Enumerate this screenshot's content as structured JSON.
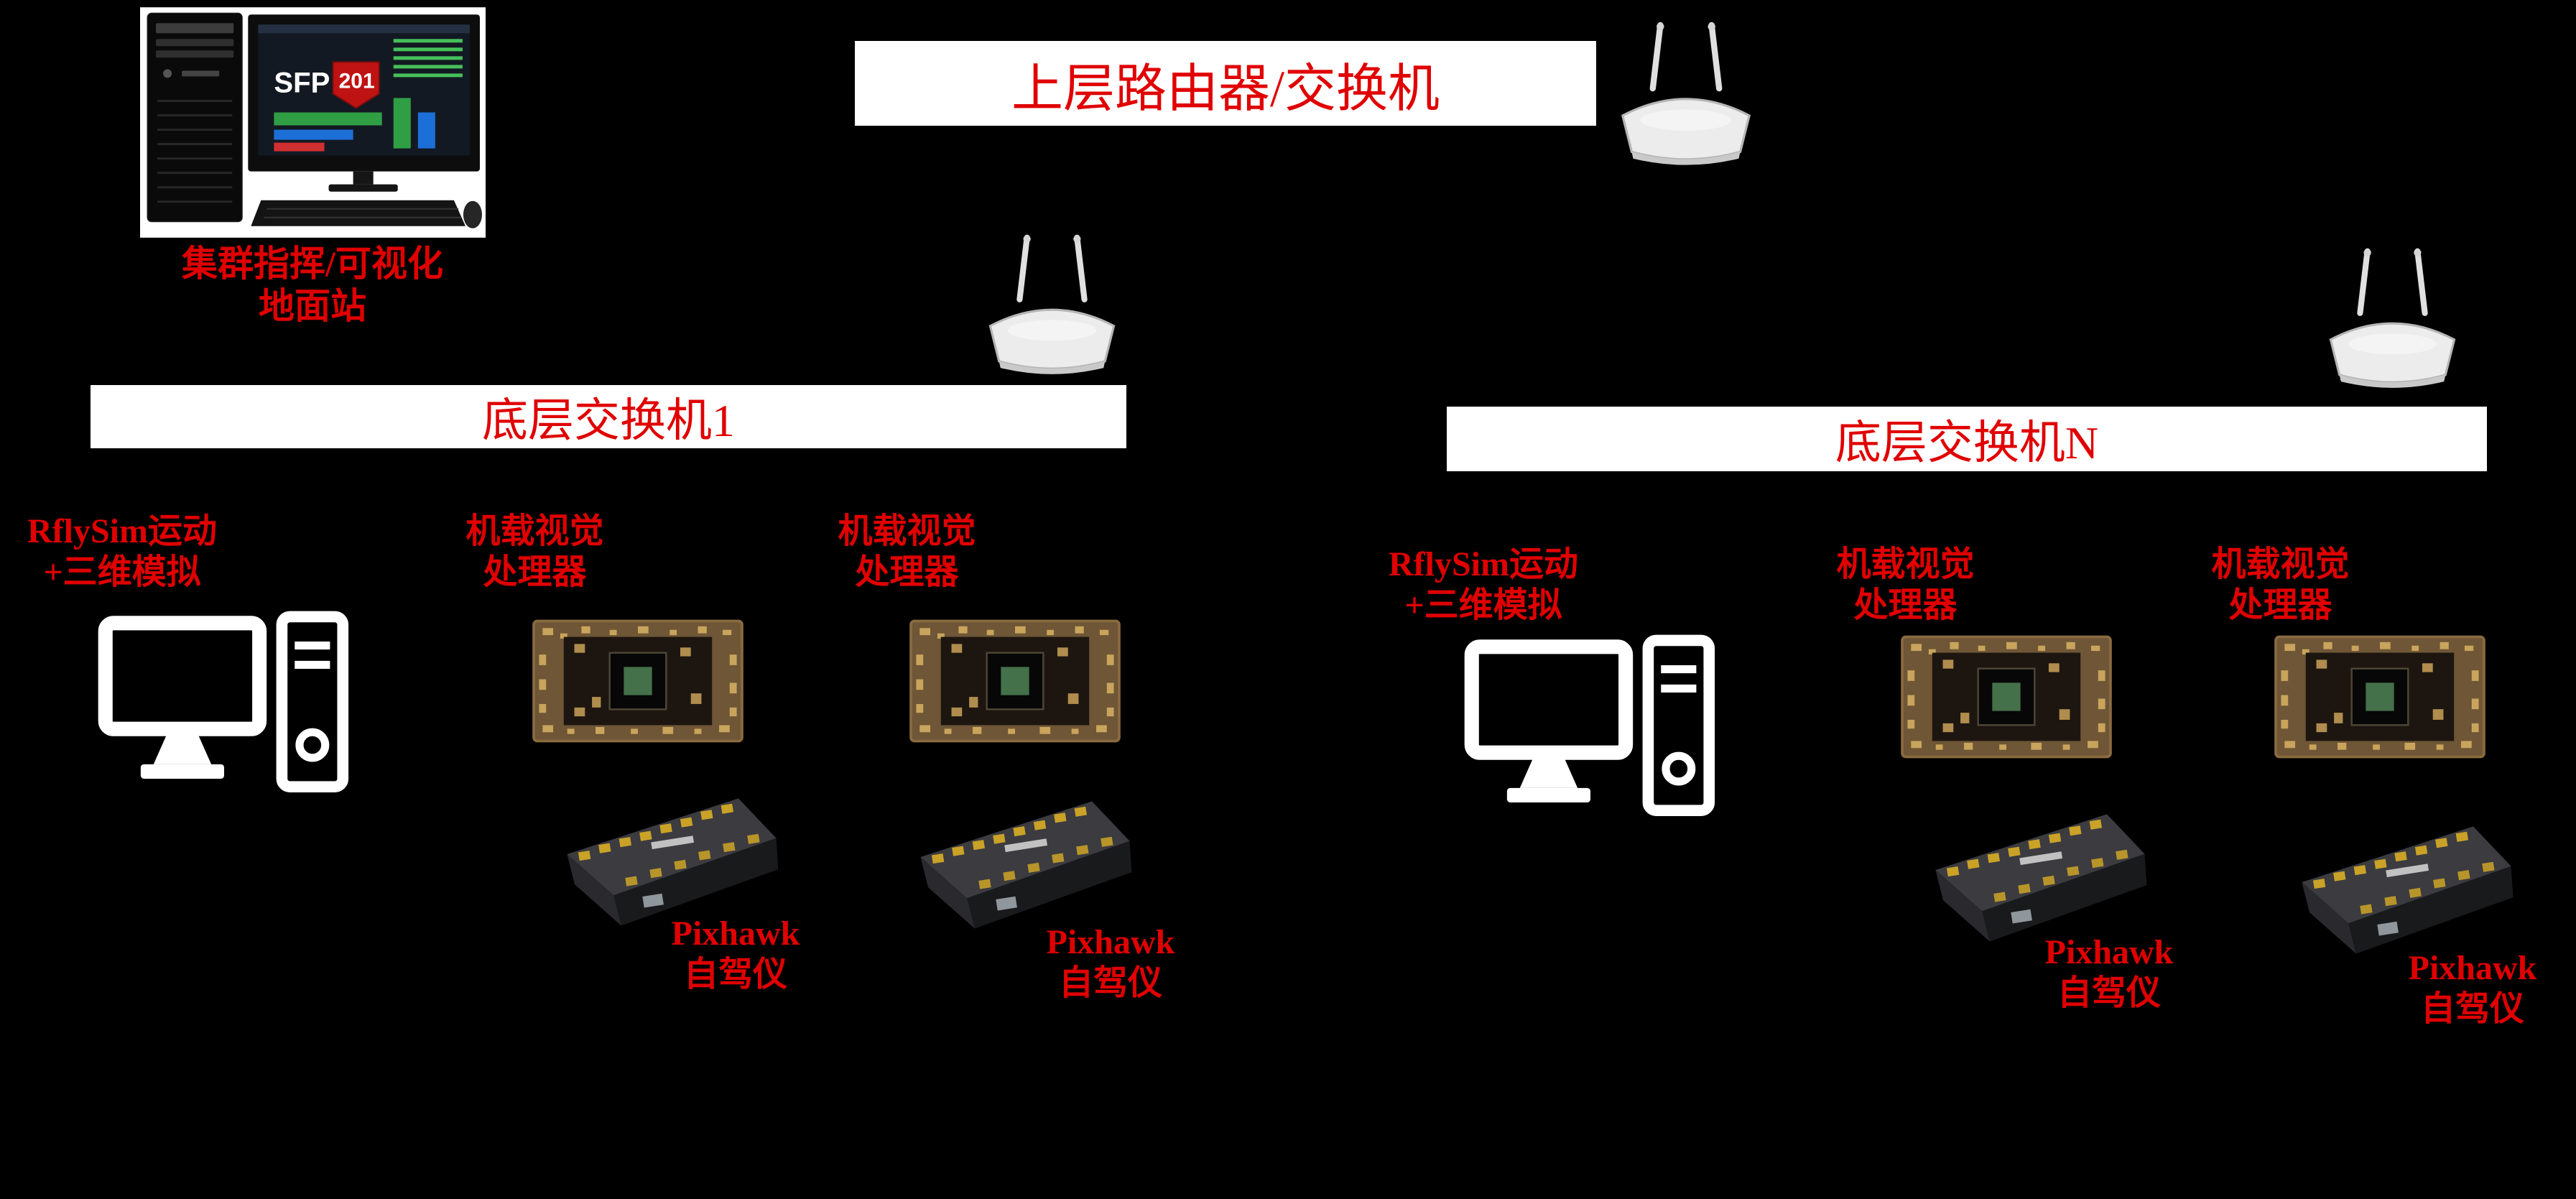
{
  "colors": {
    "background": "#000000",
    "bar_background": "#ffffff",
    "label_red": "#e00000"
  },
  "header": {
    "top_switch_label": "上层路由器/交换机",
    "ground_station": {
      "label_line1": "集群指挥/可视化",
      "label_line2": "地面站",
      "screen_brand": "SFP",
      "screen_model": "201"
    }
  },
  "clusters": [
    {
      "switch_label": "底层交换机1",
      "sim_label_line1": "RflySim运动",
      "sim_label_line2": "+三维模拟",
      "vision_label_line1": "机载视觉",
      "vision_label_line2": "处理器",
      "pixhawk_label_line1": "Pixhawk",
      "pixhawk_label_line2": "自驾仪"
    },
    {
      "switch_label": "底层交换机N",
      "sim_label_line1": "RflySim运动",
      "sim_label_line2": "+三维模拟",
      "vision_label_line1": "机载视觉",
      "vision_label_line2": "处理器",
      "pixhawk_label_line1": "Pixhawk",
      "pixhawk_label_line2": "自驾仪"
    }
  ]
}
